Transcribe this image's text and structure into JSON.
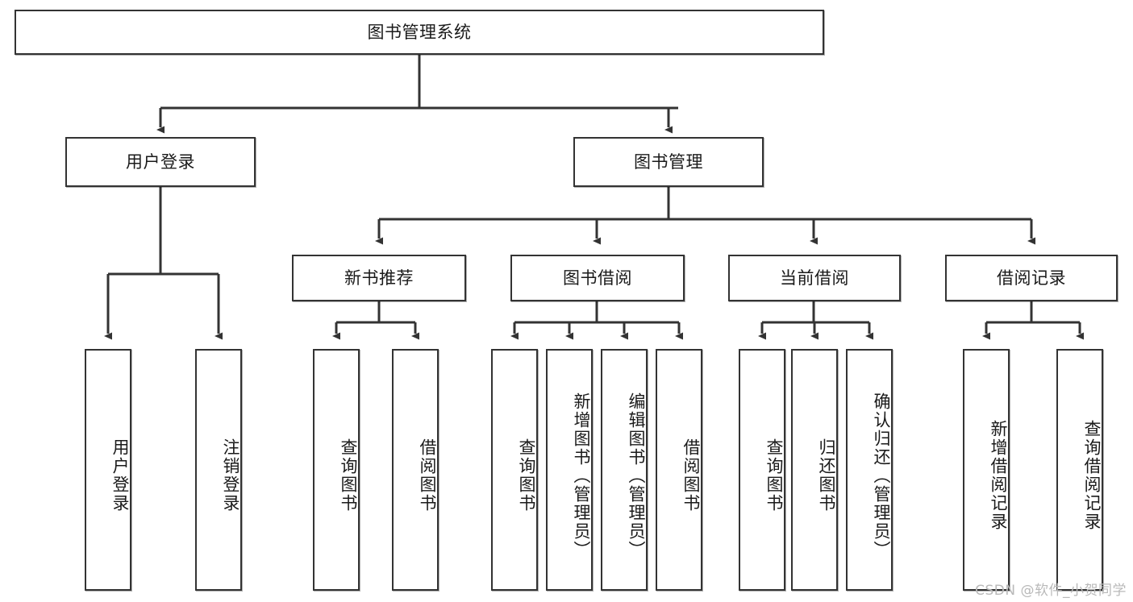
{
  "diagram": {
    "title": "图书管理系统",
    "type": "tree-hierarchy-diagram",
    "watermark": "CSDN @软件_小贺同学",
    "colors": {
      "box_border": "#333333",
      "box_fill": "#ffffff",
      "connector": "#333333",
      "text": "#1a1a1a",
      "watermark": "#b9b9b9",
      "background": "#ffffff"
    },
    "nodes": {
      "root": {
        "label": "图书管理系统"
      },
      "level2": [
        {
          "key": "user_login",
          "label": "用户登录"
        },
        {
          "key": "book_manage",
          "label": "图书管理"
        }
      ],
      "level3": [
        {
          "key": "new_book_rec",
          "label": "新书推荐"
        },
        {
          "key": "book_borrow",
          "label": "图书借阅"
        },
        {
          "key": "current_borrow",
          "label": "当前借阅"
        },
        {
          "key": "borrow_record",
          "label": "借阅记录"
        }
      ],
      "leaves": {
        "user_login": [
          {
            "key": "leaf_user_login",
            "label": "用户登录"
          },
          {
            "key": "leaf_logout_login",
            "label": "注销登录"
          }
        ],
        "new_book_rec": [
          {
            "key": "leaf_query_book_1",
            "label": "查询图书"
          },
          {
            "key": "leaf_borrow_book_1",
            "label": "借阅图书"
          }
        ],
        "book_borrow": [
          {
            "key": "leaf_query_book_2",
            "label": "查询图书"
          },
          {
            "key": "leaf_add_book_admin",
            "label": "新增图书（管理员）"
          },
          {
            "key": "leaf_edit_book_admin",
            "label": "编辑图书（管理员）"
          },
          {
            "key": "leaf_borrow_book_2",
            "label": "借阅图书"
          }
        ],
        "current_borrow": [
          {
            "key": "leaf_query_book_3",
            "label": "查询图书"
          },
          {
            "key": "leaf_return_book",
            "label": "归还图书"
          },
          {
            "key": "leaf_confirm_return_admin",
            "label": "确认归还（管理员）"
          }
        ],
        "borrow_record": [
          {
            "key": "leaf_add_borrow_record",
            "label": "新增借阅记录"
          },
          {
            "key": "leaf_query_borrow_record",
            "label": "查询借阅记录"
          }
        ]
      }
    }
  }
}
